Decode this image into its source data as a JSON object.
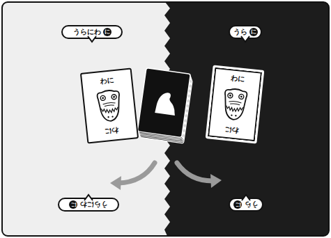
{
  "diagram": {
    "nodes": [
      {
        "text": [
          "うらにわ",
          "に"
        ]
      },
      {
        "text": [
          "うら",
          "に"
        ]
      },
      {
        "text": [
          "わに",
          "わに"
        ]
      },
      {
        "text": [
          "わに",
          "わに"
        ]
      },
      {
        "text": [
          "うらにわ",
          "に"
        ]
      },
      {
        "text": [
          "うら",
          "に"
        ]
      }
    ]
  }
}
